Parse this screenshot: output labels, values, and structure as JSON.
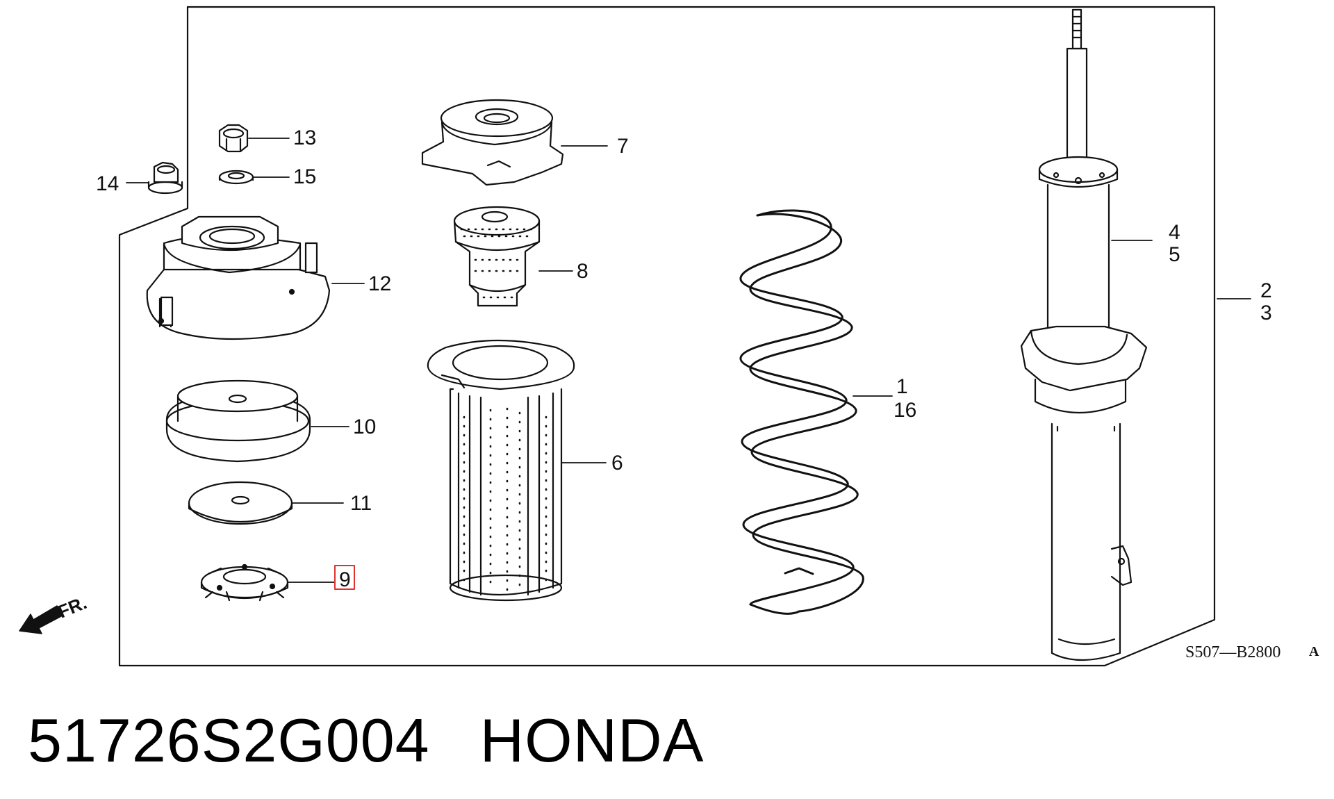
{
  "diagram": {
    "callouts": {
      "c1": "1",
      "c16": "16",
      "c2": "2",
      "c3": "3",
      "c4": "4",
      "c5": "5",
      "c6": "6",
      "c7": "7",
      "c8": "8",
      "c9": "9",
      "c10": "10",
      "c11": "11",
      "c12": "12",
      "c13": "13",
      "c14": "14",
      "c15": "15"
    },
    "highlighted_callout": "9",
    "highlight_color": "#e0312f",
    "front_indicator": "FR.",
    "drawing_code": "S507—B2800",
    "drawing_suffix": "A"
  },
  "caption": {
    "part_number": "51726S2G004",
    "brand": "HONDA"
  }
}
